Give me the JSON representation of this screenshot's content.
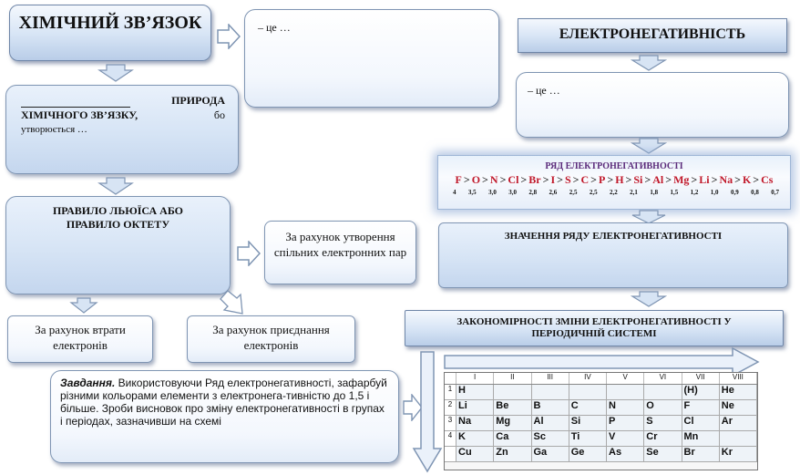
{
  "chem_bond": {
    "title": "ХІМІЧНИЙ ЗВ’ЯЗОК",
    "def": "– це …"
  },
  "nature": {
    "line1": "ПРИРОДА",
    "line2": "ХІМІЧНОГО ЗВ’ЯЗКУ,",
    "bo": "бо",
    "line3": "утворюється …"
  },
  "lewis": {
    "title": "ПРАВИЛО ЛЬЮЇСА АБО ПРАВИЛО ОКТЕТУ"
  },
  "shared": {
    "text": "За рахунок утворення спільних електронних пар"
  },
  "loss": {
    "text": "За рахунок втрати електронів"
  },
  "gain": {
    "text": "За рахунок приєднання електронів"
  },
  "en": {
    "title": "ЕЛЕКТРОНЕГАТИВНІСТЬ",
    "def": "– це …"
  },
  "series": {
    "title": "РЯД ЕЛЕКТРОНЕГАТИВНОСТІ",
    "elements": [
      "F",
      "O",
      "N",
      "Cl",
      "Br",
      "I",
      "S",
      "C",
      "P",
      "H",
      "Si",
      "Al",
      "Mg",
      "Li",
      "Na",
      "K",
      "Cs"
    ],
    "values": [
      "4",
      "3,5",
      "3,0",
      "3,0",
      "2,8",
      "2,6",
      "2,5",
      "2,5",
      "2,2",
      "2,1",
      "1,8",
      "1,5",
      "1,2",
      "1,0",
      "0,9",
      "0,8",
      "0,7"
    ]
  },
  "values_meaning": {
    "title": "ЗНАЧЕННЯ РЯДУ ЕЛЕКТРОНЕГАТИВНОСТІ"
  },
  "patterns": {
    "title": "ЗАКОНОМІРНОСТІ ЗМІНИ ЕЛЕКТРОНЕГАТИВНОСТІ У ПЕРІОДИЧНІЙ СИСТЕМІ"
  },
  "task": {
    "label": "Завдання.",
    "text": "Використовуючи Ряд електронегативності, зафарбуй різними кольорами елементи з електронега-тивністю до 1,5 і більше. Зроби висновок про зміну електронегативності в групах і періодах, зазначивши на схемі"
  },
  "ptable": {
    "groups": [
      "I",
      "II",
      "III",
      "IV",
      "V",
      "VI",
      "VII",
      "VIII"
    ],
    "rows": [
      {
        "period": "1",
        "cells": [
          "H",
          "",
          "",
          "",
          "",
          "",
          "(H)",
          "He"
        ]
      },
      {
        "period": "2",
        "cells": [
          "Li",
          "Be",
          "B",
          "C",
          "N",
          "O",
          "F",
          "Ne"
        ]
      },
      {
        "period": "3",
        "cells": [
          "Na",
          "Mg",
          "Al",
          "Si",
          "P",
          "S",
          "Cl",
          "Ar"
        ]
      },
      {
        "period": "4",
        "cells": [
          "K",
          "Ca",
          "Sc",
          "Ti",
          "V",
          "Cr",
          "Mn",
          ""
        ]
      },
      {
        "period": "",
        "cells": [
          "Cu",
          "Zn",
          "Ga",
          "Ge",
          "As",
          "Se",
          "Br",
          "Kr"
        ]
      }
    ]
  }
}
